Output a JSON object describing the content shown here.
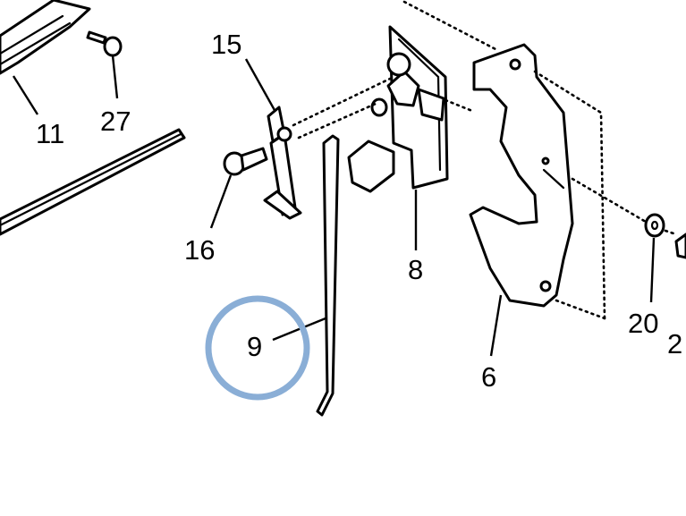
{
  "callouts": {
    "c11": "11",
    "c27": "27",
    "c15": "15",
    "c16": "16",
    "c8": "8",
    "c9": "9",
    "c6": "6",
    "c20": "20",
    "c2x": "2"
  },
  "colors": {
    "highlight_ring": "#8aaed6",
    "line": "#000000"
  }
}
